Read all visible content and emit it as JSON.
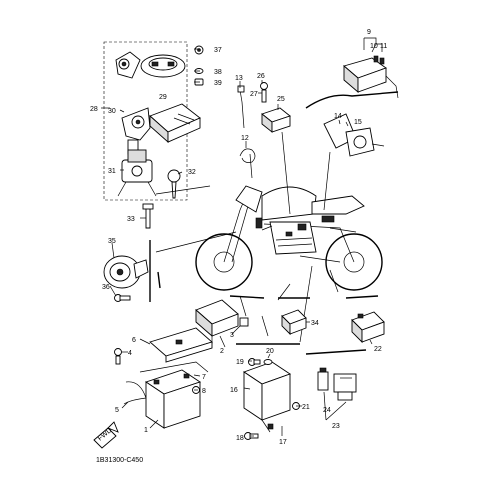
{
  "diagram_code": "1B31300-C450",
  "callouts": [
    {
      "label": "1"
    },
    {
      "label": "2"
    },
    {
      "label": "3"
    },
    {
      "label": "4"
    },
    {
      "label": "5"
    },
    {
      "label": "6"
    },
    {
      "label": "7"
    },
    {
      "label": "8"
    },
    {
      "label": "9"
    },
    {
      "label": "10"
    },
    {
      "label": "11"
    },
    {
      "label": "12"
    },
    {
      "label": "13"
    },
    {
      "label": "14"
    },
    {
      "label": "15"
    },
    {
      "label": "16"
    },
    {
      "label": "17"
    },
    {
      "label": "18"
    },
    {
      "label": "19"
    },
    {
      "label": "20"
    },
    {
      "label": "21"
    },
    {
      "label": "22"
    },
    {
      "label": "23"
    },
    {
      "label": "24"
    },
    {
      "label": "25"
    },
    {
      "label": "26"
    },
    {
      "label": "27"
    },
    {
      "label": "28"
    },
    {
      "label": "29"
    },
    {
      "label": "30"
    },
    {
      "label": "31"
    },
    {
      "label": "32"
    },
    {
      "label": "33"
    },
    {
      "label": "34"
    },
    {
      "label": "35"
    },
    {
      "label": "36"
    },
    {
      "label": "37"
    },
    {
      "label": "38"
    },
    {
      "label": "39"
    }
  ],
  "front_arrow_label": "FWD"
}
